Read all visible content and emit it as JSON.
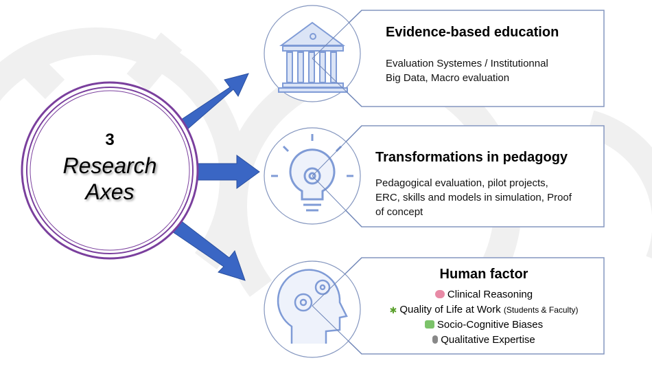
{
  "center": {
    "number": "3",
    "line1": "Research",
    "line2": "Axes"
  },
  "axes": [
    {
      "title": "Evidence-based education",
      "lines": [
        "Evaluation Systemes / Institutionnal",
        "Big Data, Macro evaluation"
      ],
      "icon": "institution-icon"
    },
    {
      "title": "Transformations in pedagogy",
      "lines": [
        "Pedagogical evaluation, pilot projects,",
        "ERC, skills and models in simulation, Proof",
        "of concept"
      ],
      "icon": "lightbulb-gear-icon"
    },
    {
      "title": "Human factor",
      "icon": "head-gears-icon",
      "items": [
        {
          "label": "Clinical Reasoning",
          "icon": "brain-icon"
        },
        {
          "label": "Quality of Life at Work",
          "note": "(Students & Faculty)",
          "icon": "seedling-icon"
        },
        {
          "label": "Socio-Cognitive Biases",
          "icon": "puzzle-icon"
        },
        {
          "label": "Qualitative Expertise",
          "icon": "microphone-icon"
        }
      ]
    }
  ],
  "colors": {
    "ring": "#7a3f9d",
    "arrow": "#3a66c4",
    "icon": "#7f9bd6",
    "box": "#8496bf"
  }
}
